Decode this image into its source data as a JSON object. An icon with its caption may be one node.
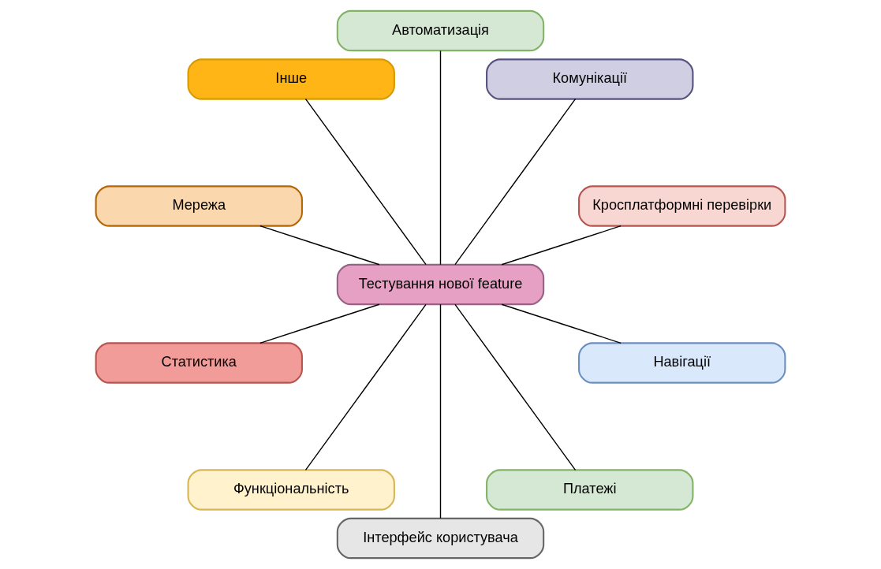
{
  "diagram": {
    "nodes": [
      {
        "text": [
          "Кросплатформні перевірки"
        ]
      },
      {
        "text": [
          "Комунікації"
        ]
      },
      {
        "text": [
          "Автоматизація"
        ]
      },
      {
        "text": [
          "Інше"
        ]
      },
      {
        "text": [
          "Мережа"
        ]
      },
      {
        "text": [
          "Тестування нової feature"
        ]
      },
      {
        "text": [
          "Статистика"
        ]
      },
      {
        "text": [
          "Функціональність"
        ]
      },
      {
        "text": [
          "Інтерфейс користувача"
        ]
      },
      {
        "text": [
          "Платежі"
        ]
      },
      {
        "text": [
          "Навігації"
        ]
      }
    ],
    "edges": [
      {
        "from": 5,
        "to": 0,
        "arrow": "none"
      },
      {
        "from": 5,
        "to": 1,
        "arrow": "none"
      },
      {
        "from": 5,
        "to": 2,
        "arrow": "none"
      },
      {
        "from": 5,
        "to": 3,
        "arrow": "none"
      },
      {
        "from": 5,
        "to": 4,
        "arrow": "none"
      },
      {
        "from": 5,
        "to": 6,
        "arrow": "none"
      },
      {
        "from": 5,
        "to": 7,
        "arrow": "none"
      },
      {
        "from": 5,
        "to": 8,
        "arrow": "none"
      },
      {
        "from": 5,
        "to": 9,
        "arrow": "none"
      },
      {
        "from": 5,
        "to": 10,
        "arrow": "none"
      }
    ]
  }
}
